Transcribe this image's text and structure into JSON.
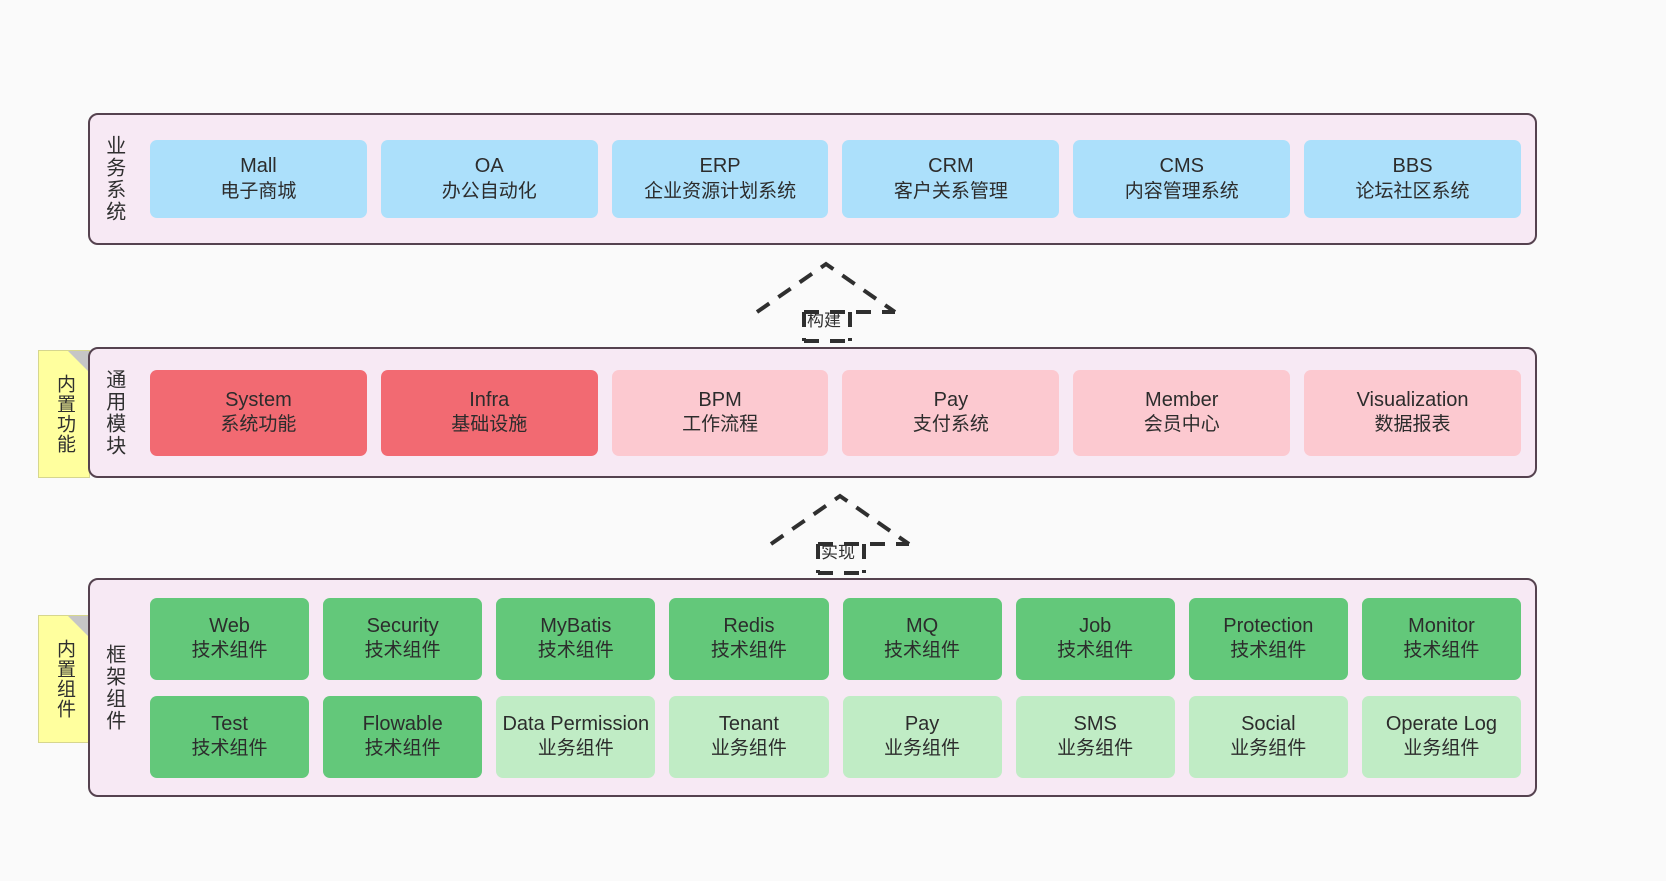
{
  "layers": [
    {
      "id": "business-systems",
      "title": "业务系统",
      "rows": [
        {
          "nodes": [
            {
              "title": "Mall",
              "sub": "电子商城",
              "color": "#ace0fb"
            },
            {
              "title": "OA",
              "sub": "办公自动化",
              "color": "#ace0fb"
            },
            {
              "title": "ERP",
              "sub": "企业资源计划系统",
              "color": "#ace0fb"
            },
            {
              "title": "CRM",
              "sub": "客户关系管理",
              "color": "#ace0fb"
            },
            {
              "title": "CMS",
              "sub": "内容管理系统",
              "color": "#ace0fb"
            },
            {
              "title": "BBS",
              "sub": "论坛社区系统",
              "color": "#ace0fb"
            }
          ]
        }
      ]
    },
    {
      "id": "common-modules",
      "title": "通用模块",
      "note": "内置功能",
      "rows": [
        {
          "nodes": [
            {
              "title": "System",
              "sub": "系统功能",
              "color": "#f26a72"
            },
            {
              "title": "Infra",
              "sub": "基础设施",
              "color": "#f26a72"
            },
            {
              "title": "BPM",
              "sub": "工作流程",
              "color": "#fcc9d0"
            },
            {
              "title": "Pay",
              "sub": "支付系统",
              "color": "#fcc9d0"
            },
            {
              "title": "Member",
              "sub": "会员中心",
              "color": "#fcc9d0"
            },
            {
              "title": "Visualization",
              "sub": "数据报表",
              "color": "#fcc9d0"
            }
          ]
        }
      ]
    },
    {
      "id": "framework-components",
      "title": "框架组件",
      "note": "内置组件",
      "rows": [
        {
          "nodes": [
            {
              "title": "Web",
              "sub": "技术组件",
              "color": "#63c87a"
            },
            {
              "title": "Security",
              "sub": "技术组件",
              "color": "#63c87a"
            },
            {
              "title": "MyBatis",
              "sub": "技术组件",
              "color": "#63c87a"
            },
            {
              "title": "Redis",
              "sub": "技术组件",
              "color": "#63c87a"
            },
            {
              "title": "MQ",
              "sub": "技术组件",
              "color": "#63c87a"
            },
            {
              "title": "Job",
              "sub": "技术组件",
              "color": "#63c87a"
            },
            {
              "title": "Protection",
              "sub": "技术组件",
              "color": "#63c87a"
            },
            {
              "title": "Monitor",
              "sub": "技术组件",
              "color": "#63c87a"
            }
          ]
        },
        {
          "nodes": [
            {
              "title": "Test",
              "sub": "技术组件",
              "color": "#63c87a"
            },
            {
              "title": "Flowable",
              "sub": "技术组件",
              "color": "#63c87a"
            },
            {
              "title": "Data Permission",
              "sub": "业务组件",
              "color": "#c0ecc5"
            },
            {
              "title": "Tenant",
              "sub": "业务组件",
              "color": "#c0ecc5"
            },
            {
              "title": "Pay",
              "sub": "业务组件",
              "color": "#c0ecc5"
            },
            {
              "title": "SMS",
              "sub": "业务组件",
              "color": "#c0ecc5"
            },
            {
              "title": "Social",
              "sub": "业务组件",
              "color": "#c0ecc5"
            },
            {
              "title": "Operate Log",
              "sub": "业务组件",
              "color": "#c0ecc5"
            }
          ]
        }
      ]
    }
  ],
  "connectors": [
    {
      "id": "build",
      "label": "构建"
    },
    {
      "id": "implement",
      "label": "实现"
    }
  ],
  "colors": {
    "panel_background": "#f7e9f4",
    "panel_border": "#55424f",
    "canvas_background": "#fafafa",
    "blue": "#ace0fb",
    "red": "#f26a72",
    "pink": "#fcc9d0",
    "green": "#63c87a",
    "light_green": "#c0ecc5",
    "note_yellow": "#ffff9e",
    "note_fold": "#c6c6c6"
  }
}
